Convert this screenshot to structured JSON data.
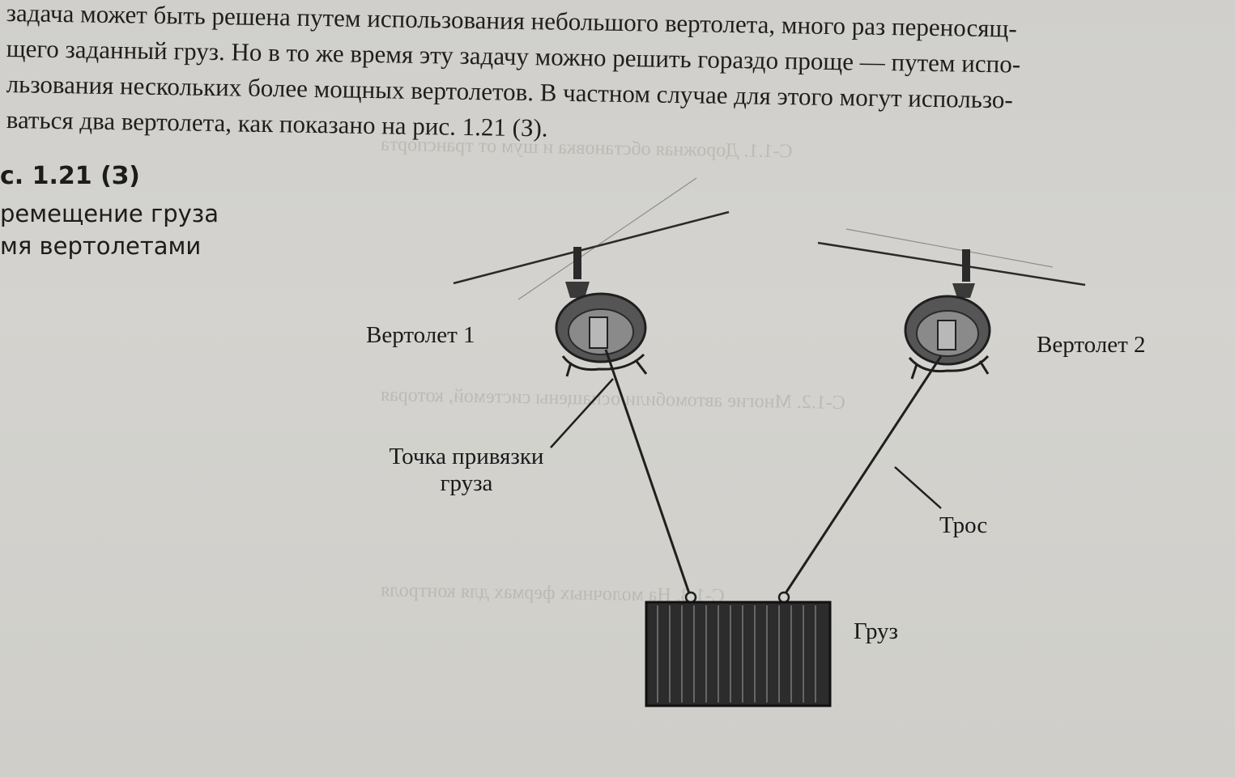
{
  "body_text": {
    "lines": [
      "задача может быть решена путем использования небольшого вертолета, много раз переносящ-",
      "щего заданный груз. Но в то же время эту задачу можно решить гораздо проще — путем испо-",
      "льзования нескольких более мощных вертолетов. В частном случае для этого могут использо-",
      "ваться два вертолета, как показано на рис. 1.21 (З)."
    ]
  },
  "caption": {
    "number": "с. 1.21 (З)",
    "line1": "ремещение груза",
    "line2": "мя вертолетами"
  },
  "figure": {
    "labels": {
      "helicopter1": "Вертолет 1",
      "helicopter2": "Вертолет 2",
      "attach_point_line1": "Точка привязки",
      "attach_point_line2": "груза",
      "rope": "Трос",
      "cargo": "Груз"
    }
  },
  "colors": {
    "paper": "#d2d1cd",
    "ink": "#1e1e1e",
    "cargo": "#2c2c2c"
  }
}
